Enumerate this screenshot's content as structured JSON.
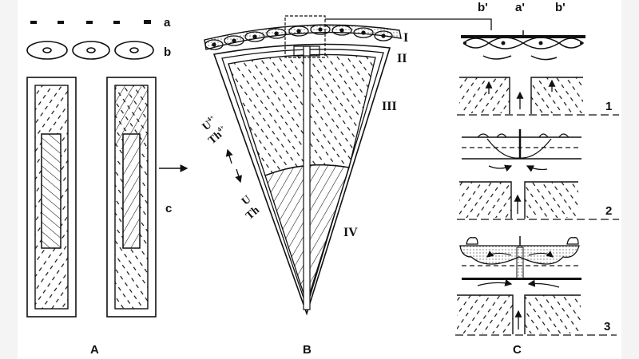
{
  "figure": {
    "panels": [
      {
        "id": "A",
        "label": "A"
      },
      {
        "id": "B",
        "label": "B"
      },
      {
        "id": "C",
        "label": "C"
      }
    ],
    "panel_a": {
      "legend": [
        {
          "key": "a",
          "label": "a"
        },
        {
          "key": "b",
          "label": "b"
        },
        {
          "key": "c",
          "label": "c"
        }
      ]
    },
    "panel_b": {
      "zones": [
        "I",
        "II",
        "III",
        "IV"
      ],
      "ions_upper": {
        "u": "U",
        "u_sup": "4+",
        "th": "Th",
        "th_sup": "4+"
      },
      "ions_lower": {
        "u": "U",
        "th": "Th"
      }
    },
    "panel_c": {
      "top_labels": [
        "b'",
        "a'",
        "b'"
      ],
      "stages": [
        "1",
        "2",
        "3"
      ]
    },
    "colors": {
      "ink": "#111111",
      "paper": "#ffffff",
      "margin": "#f4f4f4"
    }
  }
}
